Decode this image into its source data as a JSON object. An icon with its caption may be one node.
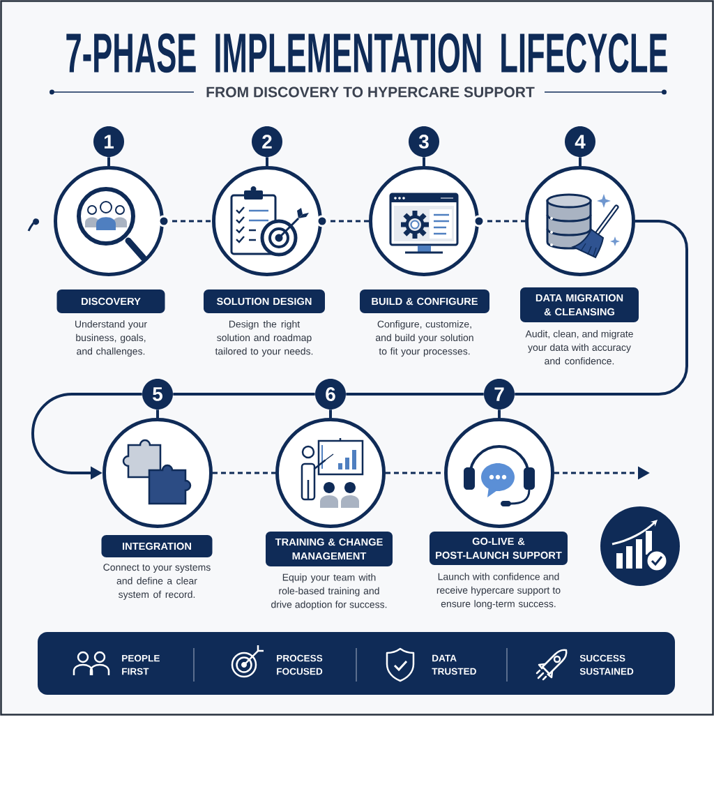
{
  "diagram": {
    "title": "7-PHASE IMPLEMENTATION LIFECYCLE",
    "nodes": [
      {
        "text": [
          "1"
        ]
      },
      {
        "text": [],
        "shape": "circle"
      },
      {
        "text": [
          "DISCOVERY"
        ],
        "beside": [
          "Understand your business, goals, and challenges."
        ]
      },
      {
        "text": [
          "2"
        ]
      },
      {
        "text": [],
        "shape": "circle"
      },
      {
        "text": [
          "SOLUTION DESIGN"
        ],
        "beside": [
          "Design the right solution and roadmap tailored to your needs."
        ]
      },
      {
        "text": [
          "3"
        ]
      },
      {
        "text": [],
        "shape": "circle"
      },
      {
        "text": [
          "BUILD & CONFIGURE"
        ],
        "beside": [
          "Configure, customize, and build your solution to fit your processes."
        ]
      },
      {
        "text": [
          "4"
        ]
      },
      {
        "text": [],
        "shape": "circle"
      },
      {
        "text": [
          "DATA MIGRATION & CLEANSING"
        ],
        "beside": [
          "Audit, clean, and migrate your data with accuracy and confidence."
        ]
      },
      {
        "text": [
          "5"
        ]
      },
      {
        "text": [],
        "shape": "circle"
      },
      {
        "text": [
          "INTEGRATION"
        ],
        "beside": [
          "Connect to your systems and define a clear system of record."
        ]
      },
      {
        "text": [
          "6"
        ]
      },
      {
        "text": [],
        "shape": "circle"
      },
      {
        "text": [
          "TRAINING & CHANGE MANAGEMENT"
        ],
        "beside": [
          "Equip your team with role-based training and drive adoption for success."
        ]
      },
      {
        "text": [
          "7"
        ]
      },
      {
        "text": [],
        "shape": "circle"
      },
      {
        "text": [
          "GO-LIVE & POST-LAUNCH SUPPORT"
        ],
        "beside": [
          "Launch with confidence and receive hypercare support to ensure long-term success."
        ]
      },
      {
        "text": [
          "PEOPLE FIRST",
          "PROCESS FOCUSED",
          "DATA TRUSTED",
          "SUCCESS SUSTAINED"
        ]
      }
    ],
    "edges": [
      {
        "from": 0,
        "to": 1,
        "arrow": "none"
      },
      {
        "from": 3,
        "to": 4,
        "arrow": "none"
      },
      {
        "from": 6,
        "to": 7,
        "arrow": "none"
      },
      {
        "from": 9,
        "to": 10,
        "arrow": "none"
      },
      {
        "from": 12,
        "to": 13,
        "arrow": "none"
      },
      {
        "from": 15,
        "to": 16,
        "arrow": "none"
      },
      {
        "from": 18,
        "to": 19,
        "arrow": "none"
      },
      {
        "from": 1,
        "to": 4,
        "arrow": "other",
        "style": "dashed"
      },
      {
        "from": 4,
        "to": 7,
        "arrow": "other",
        "style": "dashed"
      },
      {
        "from": 7,
        "to": 10,
        "arrow": "other",
        "style": "dashed"
      },
      {
        "from": 10,
        "to": 18,
        "arrow": "none"
      },
      {
        "from": 18,
        "to": 15,
        "arrow": "none"
      },
      {
        "from": 15,
        "to": 12,
        "arrow": "none"
      },
      {
        "from": 12,
        "to": 13,
        "arrow": "to"
      },
      {
        "from": 13,
        "to": 16,
        "arrow": "none",
        "style": "dashed"
      },
      {
        "from": 16,
        "to": 19,
        "arrow": "none",
        "style": "dashed"
      },
      {
        "from": 19,
        "to": null,
        "arrow": "to",
        "style": "dashed"
      }
    ],
    "labels": [
      "FROM DISCOVERY TO HYPERCARE SUPPORT"
    ]
  }
}
